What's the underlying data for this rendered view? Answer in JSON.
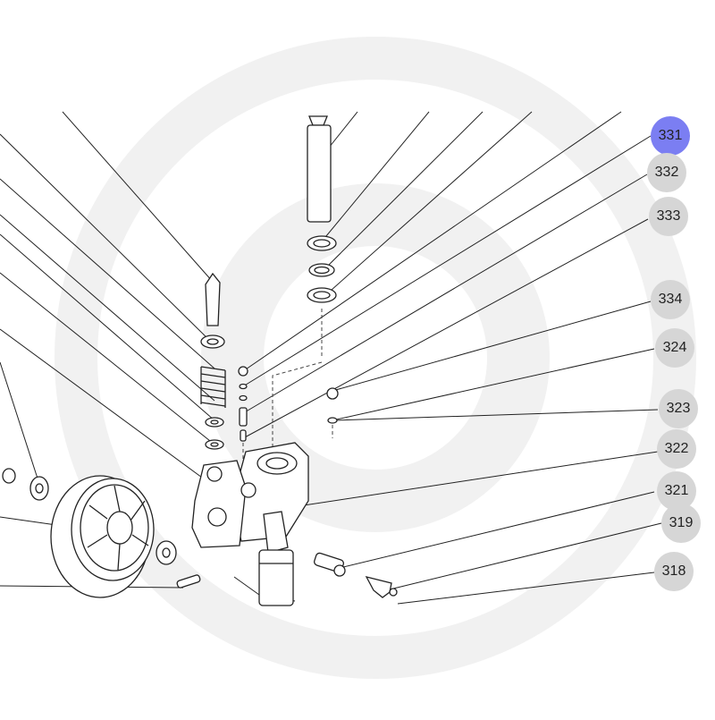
{
  "diagram": {
    "colors": {
      "active_callout": "#7b7ef2",
      "inactive_callout": "#d6d6d6",
      "line": "#222222",
      "watermark": "#f1f1f1"
    },
    "active_part": "331",
    "callouts": [
      {
        "number": "331",
        "state": "selected"
      },
      {
        "number": "332",
        "state": "normal"
      },
      {
        "number": "333",
        "state": "normal"
      },
      {
        "number": "334",
        "state": "normal"
      },
      {
        "number": "324",
        "state": "normal"
      },
      {
        "number": "323",
        "state": "normal"
      },
      {
        "number": "322",
        "state": "normal"
      },
      {
        "number": "321",
        "state": "normal"
      },
      {
        "number": "319",
        "state": "normal"
      },
      {
        "number": "318",
        "state": "normal"
      }
    ]
  }
}
